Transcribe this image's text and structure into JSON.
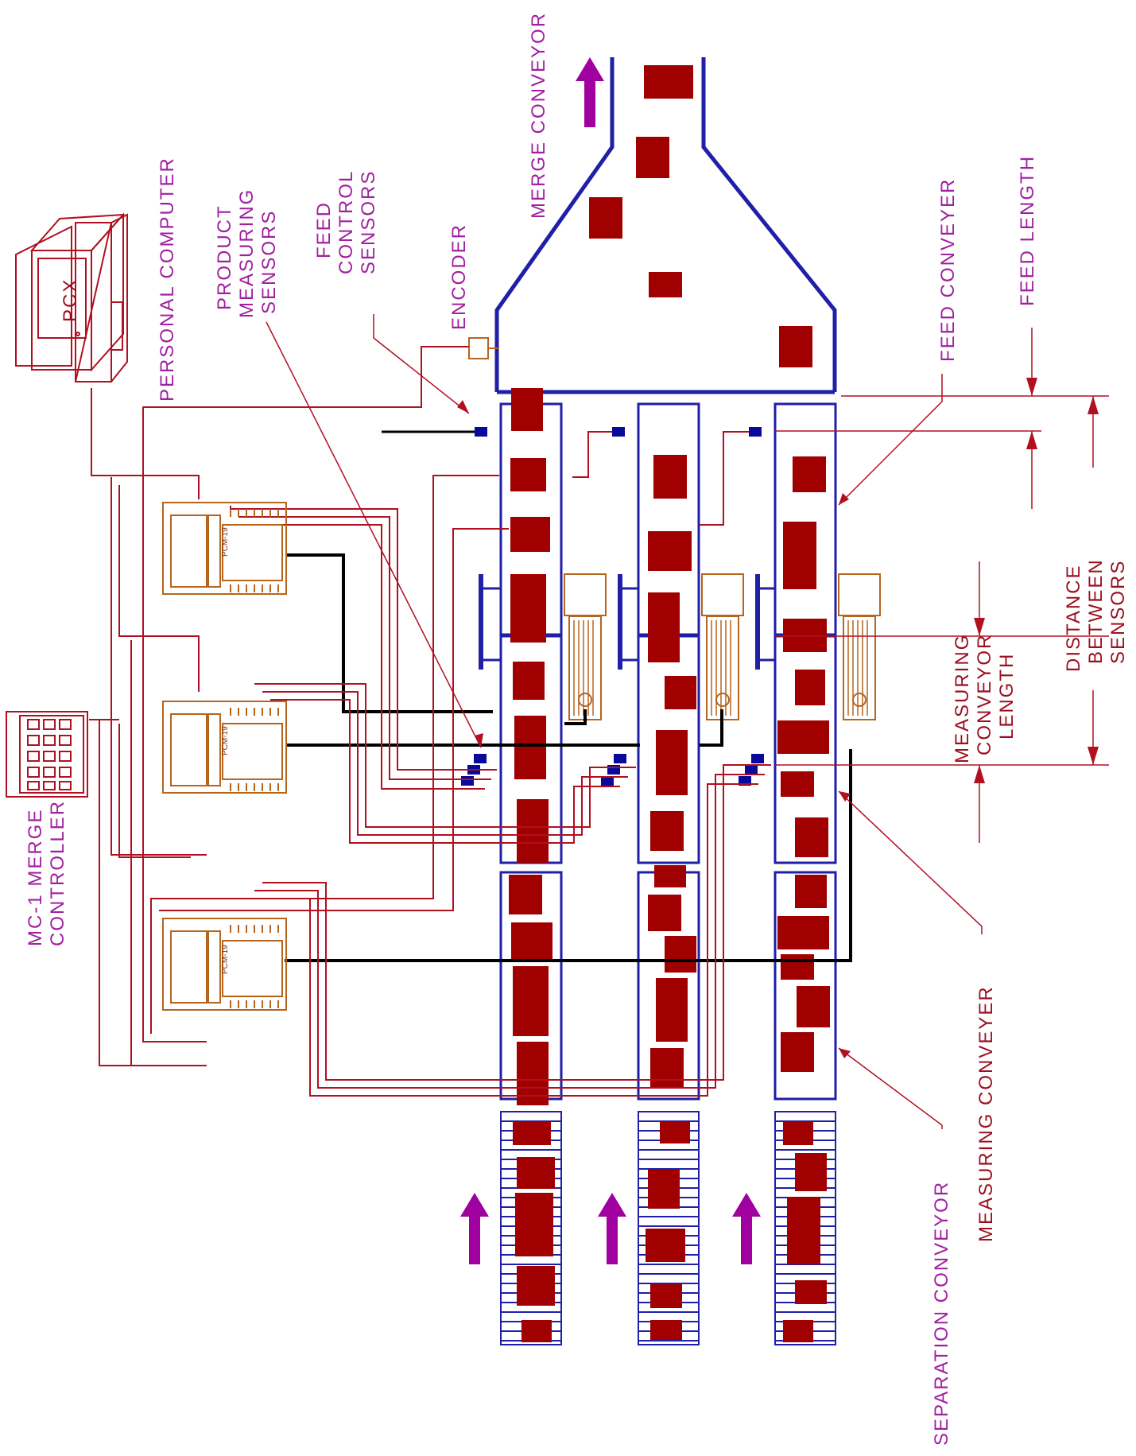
{
  "labels": {
    "merge_conveyor": "MERGE CONVEYOR",
    "personal_computer": "PERSONAL COMPUTER",
    "product_measuring_sensors": [
      "PRODUCT",
      "MEASURING",
      "SENSORS"
    ],
    "feed_control_sensors": [
      "FEED",
      "CONTROL",
      "SENSORS"
    ],
    "encoder": "ENCODER",
    "feed_conveyer": "FEED CONVEYER",
    "feed_length": "FEED LENGTH",
    "distance_between_sensors": [
      "DISTANCE",
      "BETWEEN",
      "SENSORS"
    ],
    "measuring_conveyor_length": [
      "MEASURING",
      "CONVEYOR",
      "LENGTH"
    ],
    "measuring_conveyer": "MEASURING CONVEYER",
    "separation_conveyor": "SEPARATION CONVEYOR",
    "mc1_merge_controller": [
      "MC-1 MERGE",
      "CONTROLLER"
    ],
    "pcx": "PCX",
    "pcm_module": "PCM-19"
  },
  "colors": {
    "conveyor": "#1f1fa8",
    "product": "#a00000",
    "wire_red": "#b01020",
    "wire_black": "#000000",
    "sensor": "#0a0a9a",
    "module": "#b5651d",
    "label_magenta": "#a020a0",
    "label_red": "#9b0f1e",
    "arrow": "#a000a0"
  },
  "icons": {
    "computer": "personal-computer-icon",
    "keypad": "keypad-icon",
    "motor": "motor-icon",
    "encoder": "encoder-icon",
    "module": "pcm-module-icon"
  }
}
